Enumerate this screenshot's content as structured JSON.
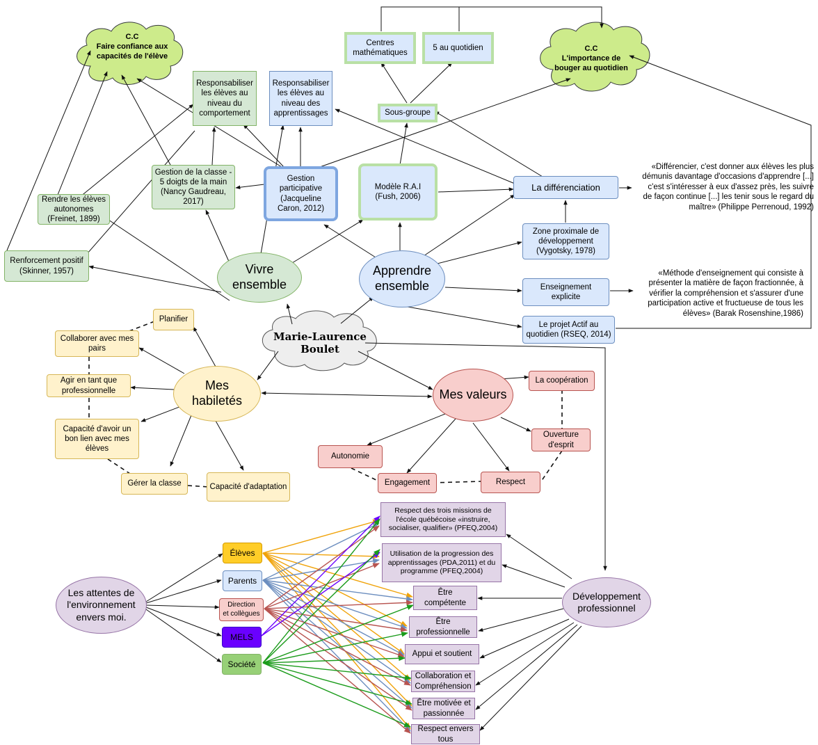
{
  "center": {
    "label": "Marie-Laurence\nBoulet"
  },
  "clouds": {
    "cc_left": "C.C\nFaire confiance aux\ncapacités de l'élève",
    "cc_right": "C.C\nL'importance de\nbouger au quotidien"
  },
  "vivre": {
    "label": "Vivre\nensemble",
    "responsabiliser_comportement": "Responsabiliser\nles élèves au\nniveau du\ncomportement",
    "gestion_classe": "Gestion de la classe -\n5 doigts de la main\n(Nancy Gaudreau,\n2017)",
    "rendre_autonomes": "Rendre les élèves\nautonomes\n(Freinet, 1899)",
    "renforcement": "Renforcement positif\n(Skinner, 1957)"
  },
  "apprendre": {
    "label": "Apprendre\nensemble",
    "responsabiliser_apprentissages": "Responsabiliser\nles élèves au\nniveau des\napprentissages",
    "gestion_participative": "Gestion\nparticipative\n(Jacqueline\nCaron, 2012)",
    "modele_rai": "Modèle R.A.I\n(Fush, 2006)",
    "centres": "Centres\nmathématiques",
    "cinq_quotidien": "5 au quotidien",
    "sous_groupe": "Sous-groupe",
    "differenciation": "La différenciation",
    "zone_proximale": "Zone proximale de\ndéveloppement\n(Vygotsky, 1978)",
    "enseignement_explicite": "Enseignement\nexplicite",
    "projet_actif": "Le projet Actif au\nquotidien (RSEQ, 2014)"
  },
  "quotes": {
    "perrenoud": "«Différencier, c'est donner aux élèves les plus\ndémunis davantage d'occasions d'apprendre [...]\nc'est s'intéresser à eux d'assez près, les suivre\nde façon continue [...] les tenir sous le regard du\nmaître» (Philippe Perrenoud, 1992)",
    "rosenshine": "«Méthode d'enseignement qui consiste à\nprésenter la matière de façon fractionnée, à\nvérifier la compréhension et s'assurer d'une\nparticipation active et fructueuse de tous les\nélèves» (Barak Rosenshine,1986)"
  },
  "habiletes": {
    "label": "Mes\nhabiletés",
    "items": [
      "Planifier",
      "Collaborer avec mes\npairs",
      "Agir en tant que\nprofessionnelle",
      "Capacité d'avoir un\nbon lien avec mes\nélèves",
      "Gérer la classe",
      "Capacité d'adaptation"
    ]
  },
  "valeurs": {
    "label": "Mes valeurs",
    "items": [
      "La coopération",
      "Ouverture\nd'esprit",
      "Autonomie",
      "Engagement",
      "Respect"
    ]
  },
  "attentes": {
    "label": "Les attentes de\nl'environnement\nenvers moi.",
    "sources": [
      "Élèves",
      "Parents",
      "Direction\net collègues",
      "MELS",
      "Société"
    ],
    "source_colors": [
      "#f0a30a",
      "#6c8ebf",
      "#b85450",
      "#6a00ff",
      "#1a9b1a"
    ]
  },
  "developpement": {
    "label": "Développement\nprofessionnel",
    "items": [
      "Respect des trois missions de\nl'école québécoise «instruire,\nsocialiser, qualifier» (PFEQ,2004)",
      "Utilisation de la progression des\napprentissages (PDA,2011) et du\nprogramme (PFEQ,2004)",
      "Être\ncompétente",
      "Être\nprofessionnelle",
      "Appui et soutient",
      "Collaboration et\nCompréhension",
      "Être motivée et\npassionnée",
      "Respect envers\ntous"
    ]
  }
}
